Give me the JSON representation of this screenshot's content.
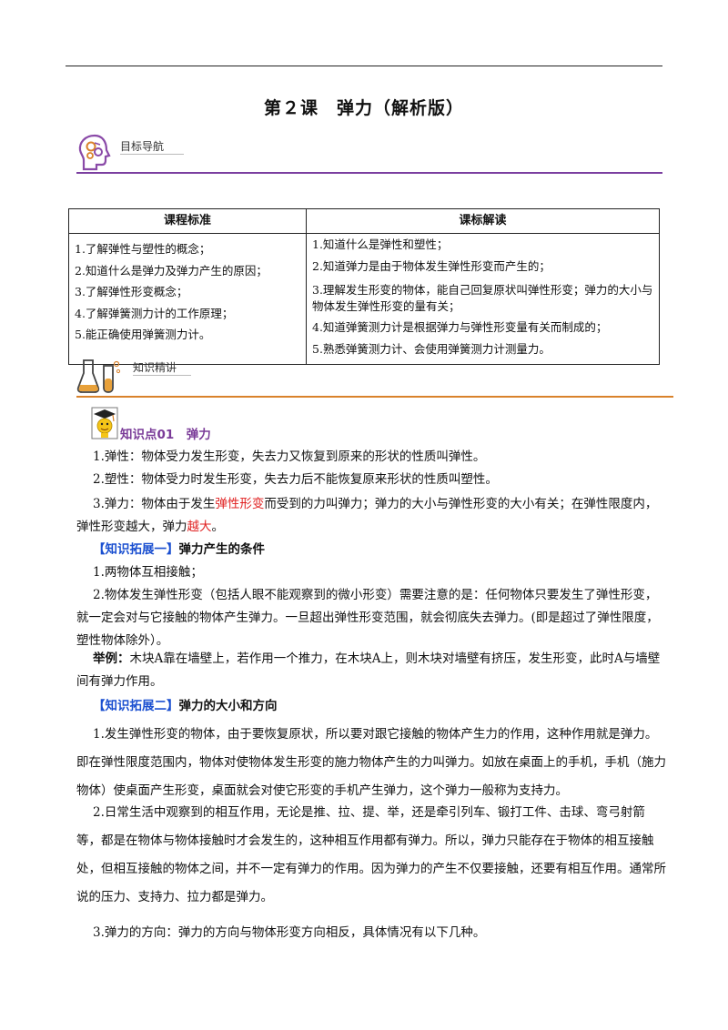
{
  "header": {
    "title": "第２课　弹力（解析版）",
    "nav_label": "目标导航",
    "knowledge_label": "知识精讲"
  },
  "standards_table": {
    "col1_header": "课程标准",
    "col2_header": "课标解读",
    "col1_items": [
      "1.了解弹性与塑性的概念；",
      "2.知道什么是弹力及弹力产生的原因；",
      "3.了解弹性形变概念；",
      "4.了解弹簧测力计的工作原理；",
      "5.能正确使用弹簧测力计。"
    ],
    "col2_items": [
      "1.知道什么是弹性和塑性；",
      "2.知道弹力是由于物体发生弹性形变而产生的；",
      "3.理解发生形变的物体，能自己回复原状叫弹性形变；弹力的大小与物体发生弹性形变的量有关；",
      "4.知道弹簧测力计是根据弹力与弹性形变量有关而制成的；",
      "5.熟悉弹簧测力计、会使用弹簧测力计测量力。"
    ]
  },
  "section": {
    "kp_title": "知识点01　弹力",
    "p1": "1.弹性：物体受力发生形变，失去力又恢复到原来的形状的性质叫弹性。",
    "p2": "2.塑性：物体受力时发生形变，失去力后不能恢复原来形状的性质叫塑性。",
    "p3_a": "3.弹力：物体由于发生",
    "p3_red1": "弹性形变",
    "p3_b": "而受到的力叫弹力；弹力的大小与弹性形变的大小有关；在弹性限度内，弹性形变越大，弹力",
    "p3_red2": "越大",
    "p3_c": "。",
    "ext1_tag": "【知识拓展一】",
    "ext1_title": "弹力产生的条件",
    "ext1_p1": "1.两物体互相接触；",
    "ext1_p2": "2.物体发生弹性形变（包括人眼不能观察到的微小形变）需要注意的是：任何物体只要发生了弹性形变，就一定会对与它接触的物体产生弹力。一旦超出弹性形变范围，就会彻底失去弹力。(即是超过了弹性限度，塑性物体除外）。",
    "example_label": "举例：",
    "example_text": "木块A靠在墙壁上，若作用一个推力，在木块A上，则木块对墙壁有挤压，发生形变，此时A与墙壁间有弹力作用。",
    "ext2_tag": "【知识拓展二】",
    "ext2_title": "弹力的大小和方向",
    "ext2_p1": "1.发生弹性形变的物体，由于要恢复原状，所以要对跟它接触的物体产生力的作用，这种作用就是弹力。即在弹性限度范围内，物体对使物体发生形变的施力物体产生的力叫弹力。如放在桌面上的手机，手机（施力物体）使桌面产生形变，桌面就会对使它形变的手机产生弹力，这个弹力一般称为支持力。",
    "ext2_p2": "2.日常生活中观察到的相互作用，无论是推、拉、提、举，还是牵引列车、锻打工件、击球、弯弓射箭等，都是在物体与物体接触时才会发生的，这种相互作用都有弹力。所以，弹力只能存在于物体的相互接触处，但相互接触的物体之间，并不一定有弹力的作用。因为弹力的产生不仅要接触，还要有相互作用。通常所说的压力、支持力、拉力都是弹力。",
    "ext2_p3": "3.弹力的方向：弹力的方向与物体形变方向相反，具体情况有以下几种。"
  },
  "colors": {
    "purple": "#7a3b98",
    "orange": "#d9822b",
    "red_emphasis": "#e02020",
    "blue_tag": "#1a4fd0"
  }
}
